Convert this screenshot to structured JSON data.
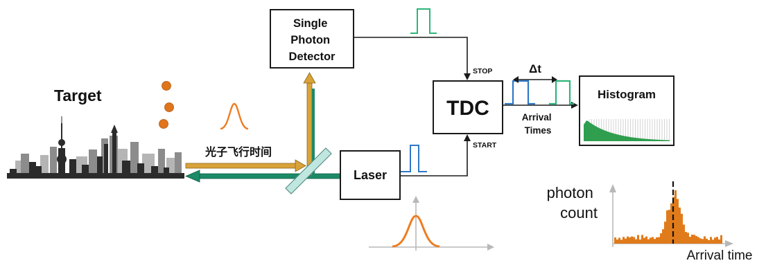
{
  "blocks": {
    "target": "Target",
    "detector_line1": "Single",
    "detector_line2": "Photon",
    "detector_line3": "Detector",
    "tdc": "TDC",
    "laser": "Laser",
    "histogram": "Histogram"
  },
  "signals": {
    "stop": "STOP",
    "start": "START",
    "delta_t": "Δt",
    "arrival_line1": "Arrival",
    "arrival_line2": "Times",
    "time_of_flight": "光子飞行时间"
  },
  "inset": {
    "ylabel_line1": "photon",
    "ylabel_line2": "count",
    "xlabel": "Arrival time"
  },
  "colors": {
    "pulse_orange": "#ee7d22",
    "pulse_green": "#2cb57a",
    "pulse_blue": "#2e78c6",
    "beam_gold": "#d9a33a",
    "beam_green": "#1c8a66",
    "splitter": "#bfe6df",
    "hist_green": "#2f9e4f",
    "hist_orange": "#e07b1c",
    "city_dark": "#2b2b2b",
    "city_grey": "#9a9a9a"
  }
}
